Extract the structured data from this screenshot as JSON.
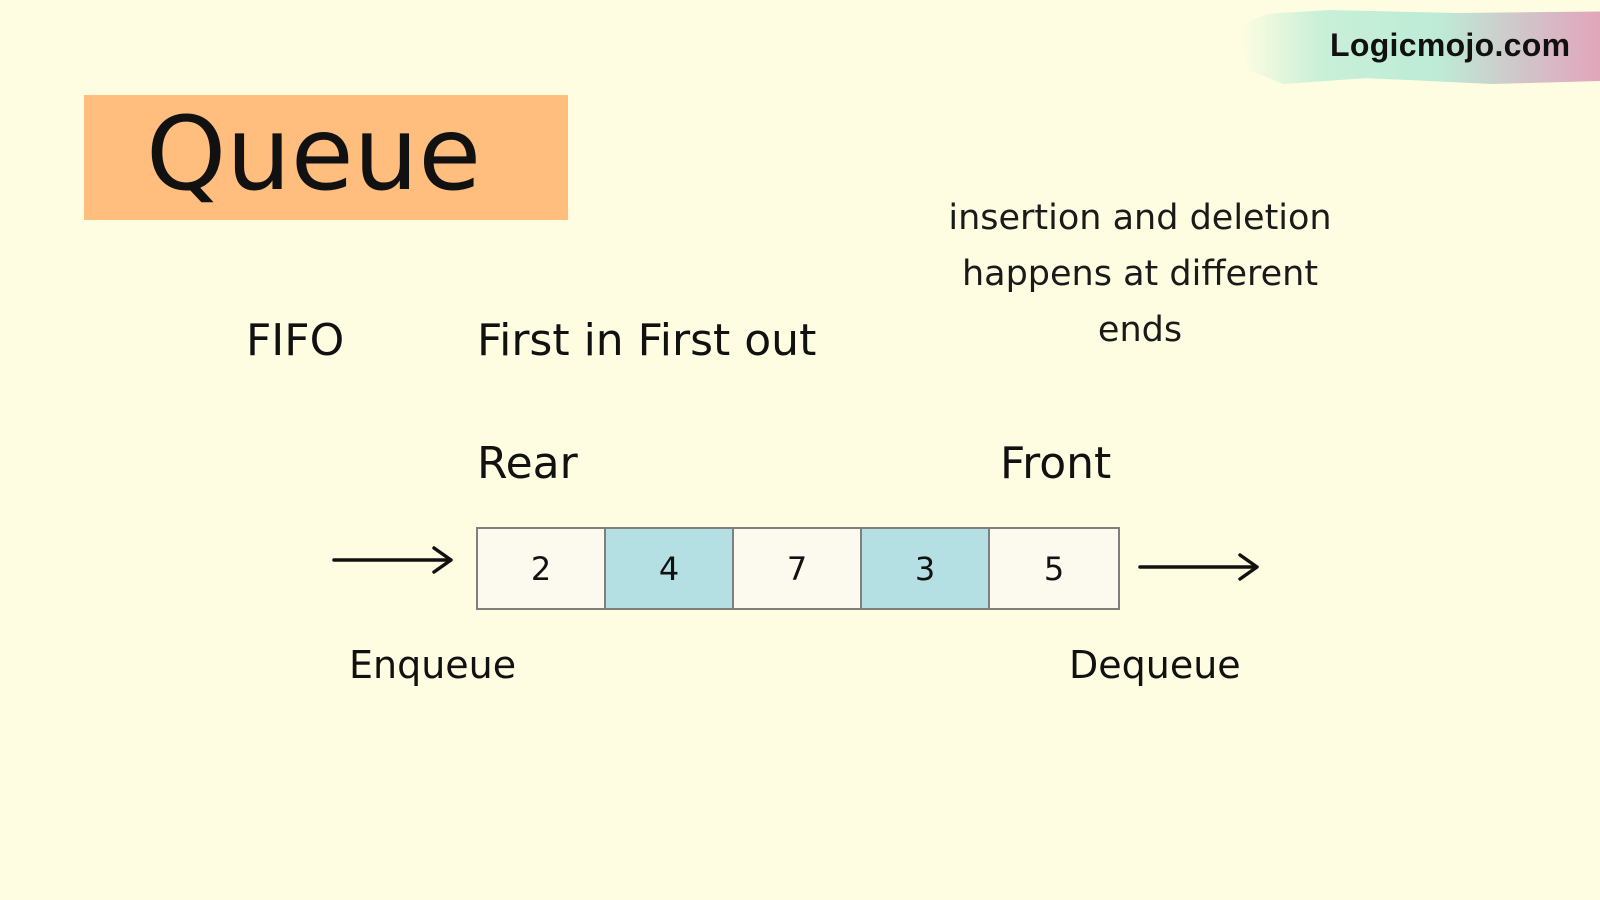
{
  "brand": {
    "text": "Logicmojo.com"
  },
  "title": "Queue",
  "note": {
    "lines": [
      "insertion and deletion",
      "happens at different",
      "ends"
    ]
  },
  "fifo": {
    "acronym": "FIFO",
    "meaning": "First in First out"
  },
  "ends": {
    "rear": "Rear",
    "front": "Front"
  },
  "operations": {
    "enqueue": "Enqueue",
    "dequeue": "Dequeue"
  },
  "queue": {
    "cells": [
      {
        "value": "2",
        "color": "#fcf9ee"
      },
      {
        "value": "4",
        "color": "#b4dfe3"
      },
      {
        "value": "7",
        "color": "#fcf9ee"
      },
      {
        "value": "3",
        "color": "#b4dfe3"
      },
      {
        "value": "5",
        "color": "#fcf9ee"
      }
    ]
  },
  "colors": {
    "background": "#fefde1",
    "title_box": "#ffbd7e",
    "cell_light": "#fcf9ee",
    "cell_blue": "#b4dfe3",
    "cell_border": "#7f7f7f"
  }
}
